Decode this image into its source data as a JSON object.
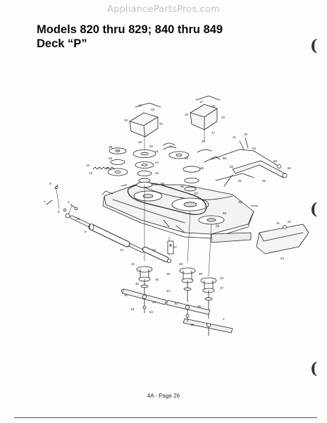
{
  "watermark": "AppliancePartsPros.com",
  "title": {
    "line1": "Models 820 thru 829; 840 thru 849",
    "line2": "Deck “P”"
  },
  "margin_marks": [
    "(",
    "(",
    "("
  ],
  "footer": "4A - Page 26"
}
